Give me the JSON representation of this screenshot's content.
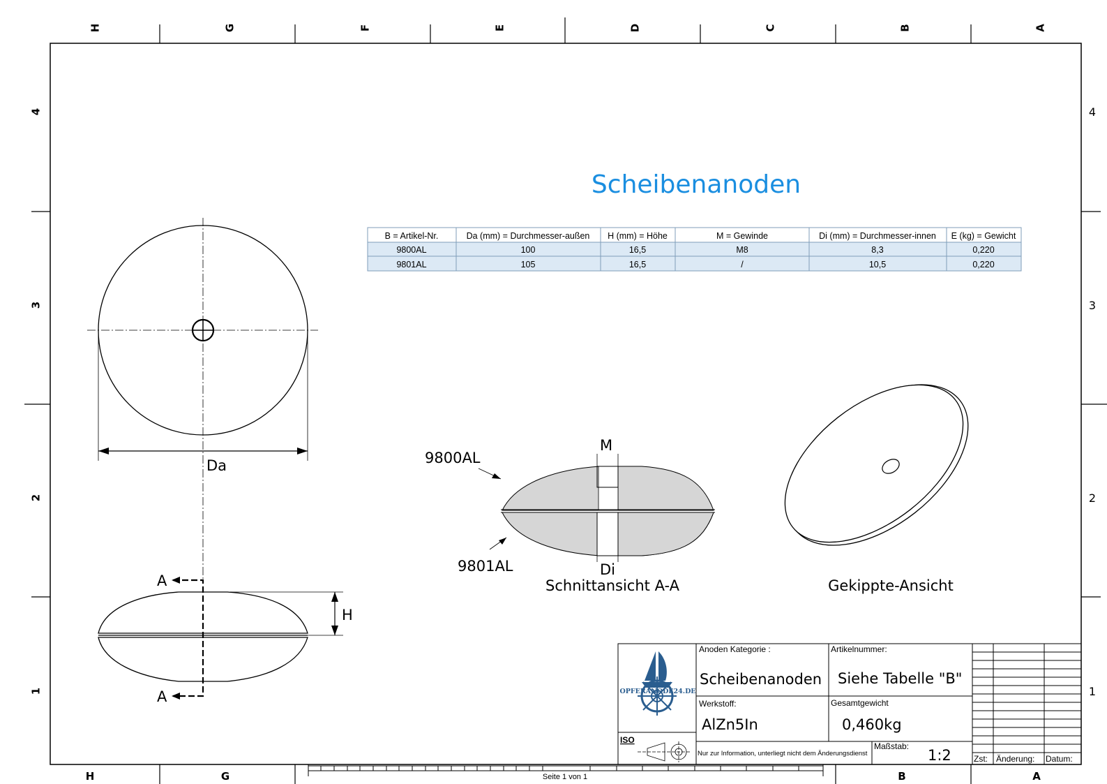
{
  "zones_top": [
    "H",
    "G",
    "F",
    "E",
    "D",
    "C",
    "B",
    "A"
  ],
  "zones_bottom": [
    "H",
    "G",
    "B",
    "A"
  ],
  "rows_left": [
    "4",
    "3",
    "2",
    "1"
  ],
  "rows_right": [
    "4",
    "3",
    "2",
    "1"
  ],
  "title": "Scheibenanoden",
  "table": {
    "headers": [
      "B = Artikel-Nr.",
      "Da (mm) = Durchmesser-außen",
      "H (mm) = Höhe",
      "M = Gewinde",
      "Di (mm) = Durchmesser-innen",
      "E (kg) = Gewicht"
    ],
    "rows": [
      [
        "9800AL",
        "100",
        "16,5",
        "M8",
        "8,3",
        "0,220"
      ],
      [
        "9801AL",
        "105",
        "16,5",
        "/",
        "10,5",
        "0,220"
      ]
    ]
  },
  "labels": {
    "da": "Da",
    "h": "H",
    "section_a_top": "A",
    "section_a_bottom": "A",
    "m": "M",
    "di": "Di",
    "part_top": "9800AL",
    "part_bottom": "9801AL",
    "section_view": "Schnittansicht A-A",
    "tilted_view": "Gekippte-Ansicht"
  },
  "title_block": {
    "category_label": "Anoden Kategorie :",
    "category_value": "Scheibenanoden",
    "article_label": "Artikelnummer:",
    "article_value": "Siehe Tabelle  \"B\"",
    "material_label": "Werkstoff:",
    "material_value": "AlZn5In",
    "weight_label": "Gesamtgewicht",
    "weight_value": "0,460kg",
    "scale_label": "Maßstab:",
    "scale_value": "1:2",
    "iso_label": "ISO",
    "info_note": "Nur zur Information, unterliegt nicht dem Änderungsdienst",
    "zst_label": "Zst:",
    "change_label": "Änderung:",
    "date_label": "Datum:",
    "logo_text": "OPFERANODE24.DE"
  },
  "footer": {
    "page": "Seite 1 von 1"
  },
  "colors": {
    "title": "#1a8ee0",
    "table_header_bg": "#ffffff",
    "table_row_bg": "#dce9f5",
    "section_fill": "#d6d6d6",
    "logo_blue": "#2a5d8f"
  }
}
